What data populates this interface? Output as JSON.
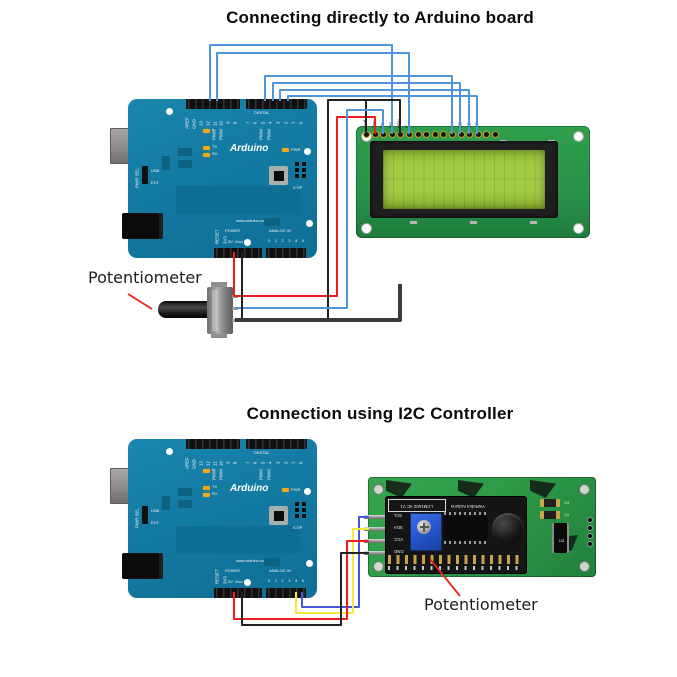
{
  "sections": {
    "direct": {
      "title": "Connecting directly to Arduino board",
      "potentiometer_label": "Potentiometer"
    },
    "i2c": {
      "title": "Connection using I2C Controller",
      "potentiometer_label": "Potentiometer"
    }
  },
  "arduino": {
    "brand": "Arduino",
    "website": "www.arduino.cc",
    "digital_label": "DIGITAL",
    "pwm_label": "PWM",
    "aref": "AREF",
    "gnd": "GND",
    "digital_left_pins": [
      "13",
      "12",
      "11",
      "10",
      "9",
      "8"
    ],
    "digital_right_pins": [
      "7",
      "6",
      "5",
      "4",
      "3",
      "2",
      "1",
      "0"
    ],
    "led_l": "L",
    "led_tx": "TX",
    "led_rx": "RX",
    "led_pwr": "PWR",
    "power_label": "POWER",
    "reset_label": "RESET",
    "v33_label": "3V3",
    "power_pins": [
      "5V",
      "Gnd",
      "Vin"
    ],
    "analog_label": "ANALOG IN",
    "analog_pins": "0 1 2 3 4 5",
    "icsp_label": "ICSP",
    "pwr_sel": "PWR SEL",
    "usb": "USB",
    "ext": "EXT"
  },
  "lcd": {
    "pin_labels": [
      "Gnd",
      "Vcc",
      "Vo",
      "RS",
      "R/W",
      "E",
      "D4",
      "D5",
      "D6",
      "D7"
    ]
  },
  "i2c_module": {
    "board_title": "LCM1602 IIC V1",
    "brand": "YwRobot  Arduino",
    "pins": [
      "SCL",
      "SDA",
      "VCC",
      "GND"
    ],
    "silk_c3": "C3",
    "silk_c1": "C1",
    "silk_u3": "U3"
  },
  "colors": {
    "wire_blue": "#4E95D9",
    "wire_blue_i2c": "#4356DD",
    "wire_red": "#EE1C1C",
    "wire_black": "#222222",
    "wire_gray": "#3A3A3A",
    "wire_yellow": "#F2E93A",
    "arrow_red": "#E8241C"
  }
}
